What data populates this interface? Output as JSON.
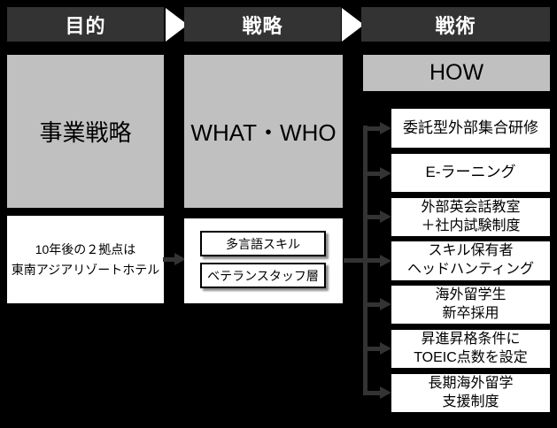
{
  "colors": {
    "background": "#000000",
    "header_bg": "#333333",
    "header_text": "#ffffff",
    "gray_fill": "#c0c0c0",
    "box_fill": "#ffffff",
    "box_text": "#000000",
    "connector": "#333333",
    "flow_arrow": "#ffffff"
  },
  "purpose": {
    "header": "目的",
    "concept": "事業戦略",
    "goal": "10年後の２拠点は\n東南アジアリゾートホテル"
  },
  "strategy": {
    "header": "戦略",
    "concept": "WHAT・WHO",
    "items": [
      "多言語スキル",
      "ベテランスタッフ層"
    ]
  },
  "tactics": {
    "header": "戦術",
    "concept": "HOW",
    "items": [
      "委託型外部集合研修",
      "E-ラーニング",
      "外部英会話教室\n＋社内試験制度",
      "スキル保有者\nヘッドハンティング",
      "海外留学生\n新卒採用",
      "昇進昇格条件に\nTOEIC点数を設定",
      "長期海外留学\n支援制度"
    ]
  }
}
